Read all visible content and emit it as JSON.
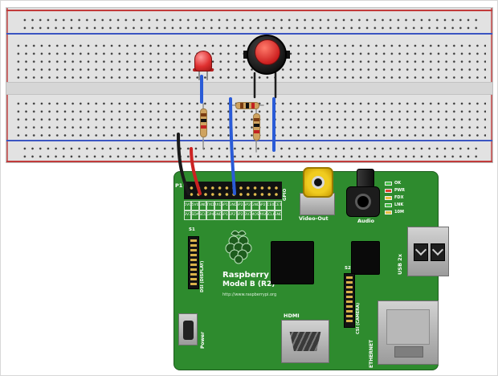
{
  "pi": {
    "board_color": "#2e8b2e",
    "silkscreen": {
      "title": "Raspberry Pi",
      "subtitle": "Model B (R2)",
      "url": "http://www.raspberrypi.org",
      "p1": "P1",
      "gpio": "GPIO",
      "video_out": "Video-Out",
      "audio": "Audio",
      "usb": "USB 2x",
      "ethernet": "ETHERNET",
      "hdmi": "HDMI",
      "power": "Power",
      "s1": "S1",
      "dsi": "DSI (DISPLAY)",
      "s2": "S2",
      "csi": "CSI (CAMERA)"
    },
    "status_leds": [
      {
        "label": "OK",
        "color": "#46c246"
      },
      {
        "label": "PWR",
        "color": "#e04030"
      },
      {
        "label": "FDX",
        "color": "#e8c040"
      },
      {
        "label": "LNK",
        "color": "#46c246"
      },
      {
        "label": "10M",
        "color": "#e8c040"
      }
    ],
    "gpio_row_top": [
      "5V0",
      "5V0",
      "GND",
      "TXD",
      "RXD",
      "GP18",
      "GND",
      "GP23",
      "GP24",
      "GND",
      "GP25",
      "CE0",
      "CE1"
    ],
    "gpio_row_bottom": [
      "3V3",
      "SDA",
      "SCL",
      "GP4",
      "GND",
      "GP17",
      "GP27",
      "GP22",
      "3V3",
      "MOSI",
      "MISO",
      "SCLK",
      "GND"
    ]
  },
  "colors": {
    "breadboard_body": "#e2e2e2",
    "rail_positive": "#c23b3b",
    "rail_negative": "#3b55c2",
    "led_red": "#d42a2a",
    "button_cap": "#d42a2a",
    "button_body": "#111111",
    "wire_black": "#1a1a1a",
    "wire_red": "#cc2222",
    "wire_blue": "#2a5bd7",
    "resistor_body": "#cfa35f"
  }
}
